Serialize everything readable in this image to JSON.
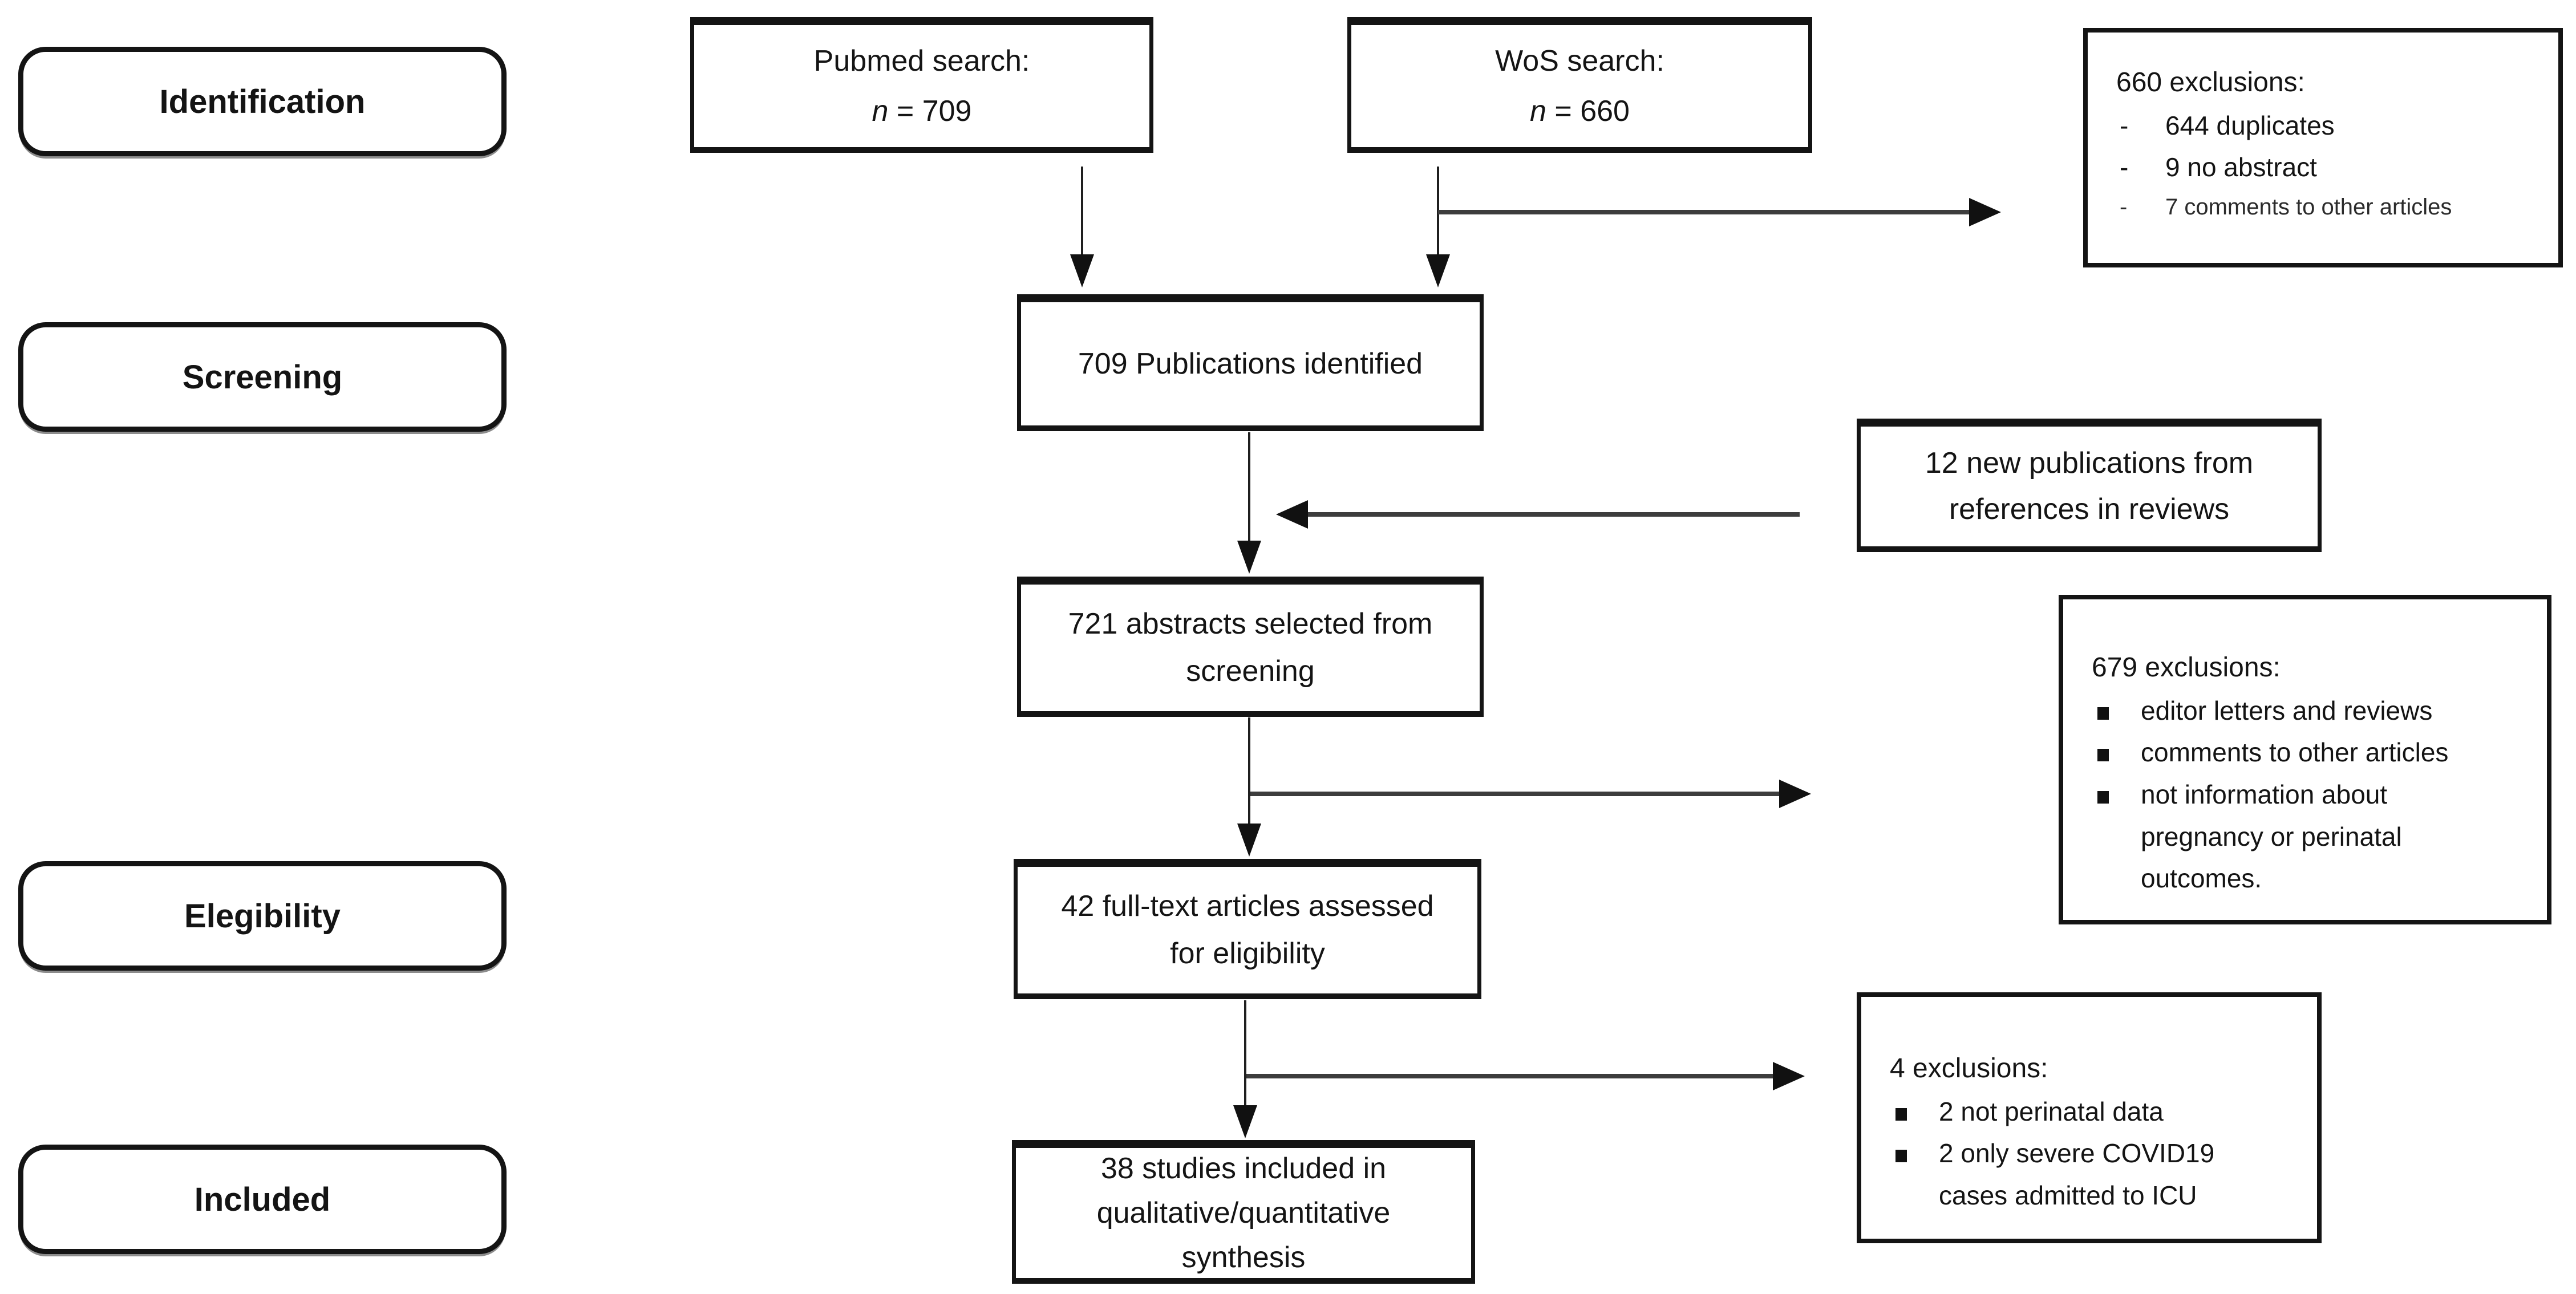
{
  "stages": [
    {
      "label": "Identification"
    },
    {
      "label": "Screening"
    },
    {
      "label": "Elegibility"
    },
    {
      "label": "Included"
    }
  ],
  "boxes": {
    "pubmed": {
      "line1": "Pubmed search:",
      "n_var": "n",
      "n_eq": " = 709"
    },
    "wos": {
      "line1": "WoS search:",
      "n_var": "n",
      "n_eq": " = 660"
    },
    "exclusions_660": {
      "title": "660 exclusions:",
      "marker": "-",
      "items": [
        "644 duplicates",
        "9 no abstract",
        "7  comments to other articles"
      ]
    },
    "identified_709": {
      "line1": "709 Publications identified"
    },
    "new_refs_12": {
      "line1": "12 new publications from",
      "line2": "references in reviews"
    },
    "abstracts_721": {
      "line1": "721 abstracts selected from",
      "line2": "screening"
    },
    "exclusions_679": {
      "title": "679 exclusions:",
      "items": [
        "editor letters and reviews",
        "comments to other articles",
        "not information about pregnancy or perinatal outcomes."
      ]
    },
    "fulltext_42": {
      "line1": "42 full-text articles assessed",
      "line2": "for eligibility"
    },
    "exclusions_4": {
      "title": "4 exclusions:",
      "items": [
        "2 not perinatal data",
        "2 only severe COVID19 cases admitted to ICU"
      ]
    },
    "included_38": {
      "line1": "38 studies included in",
      "line2": "qualitative/quantitative",
      "line3": "synthesis"
    }
  },
  "colors": {
    "bg": "#ffffff",
    "border": "#141414",
    "text": "#141414",
    "line": "#3d3d3d",
    "head": "#111111"
  }
}
